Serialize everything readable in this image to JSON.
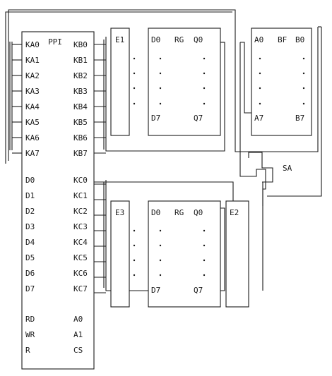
{
  "ppi": {
    "title": "PPI",
    "ka": [
      "KA0",
      "KA1",
      "KA2",
      "KA3",
      "KA4",
      "KA5",
      "KA6",
      "KA7"
    ],
    "kb": [
      "KB0",
      "KB1",
      "KB2",
      "KB3",
      "KB4",
      "KB5",
      "KB6",
      "KB7"
    ],
    "d": [
      "D0",
      "D1",
      "D2",
      "D3",
      "D4",
      "D5",
      "D6",
      "D7"
    ],
    "kc": [
      "KC0",
      "KC1",
      "KC2",
      "KC3",
      "KC4",
      "KC5",
      "KC6",
      "KC7"
    ],
    "ctrl_left": [
      "RD",
      "WR",
      "R"
    ],
    "ctrl_right": [
      "A0",
      "A1",
      "CS"
    ]
  },
  "upper_register": {
    "enable": "E1",
    "title": "RG",
    "in_first": "D0",
    "in_last": "D7",
    "out_first": "Q0",
    "out_last": "Q7"
  },
  "lower_register": {
    "enable": "E3",
    "title": "RG",
    "in_first": "D0",
    "in_last": "D7",
    "out_first": "Q0",
    "out_last": "Q7"
  },
  "buffer": {
    "title": "BF",
    "in_first": "A0",
    "in_last": "A7",
    "out_first": "B0",
    "out_last": "B7"
  },
  "enable2": {
    "label": "E2"
  },
  "switch": {
    "label": "SA"
  }
}
